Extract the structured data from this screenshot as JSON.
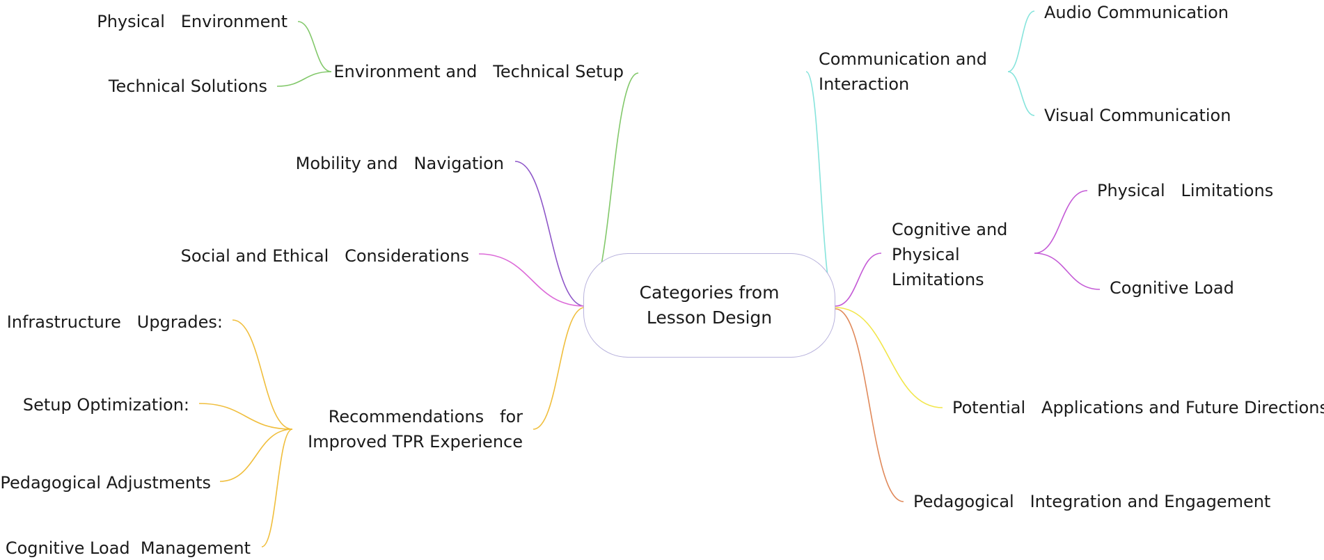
{
  "diagram": {
    "root": {
      "label": "Categories from\nLesson Design"
    },
    "branches": [
      {
        "id": "env",
        "label": "Environment and   Technical Setup",
        "color": "#82c86a",
        "children": [
          {
            "id": "env-physical",
            "label": "Physical   Environment"
          },
          {
            "id": "env-technical",
            "label": "Technical Solutions"
          }
        ]
      },
      {
        "id": "mobility",
        "label": "Mobility and   Navigation",
        "color": "#8d55c8",
        "children": []
      },
      {
        "id": "social",
        "label": "Social and Ethical   Considerations",
        "color": "#dc6ad8",
        "children": []
      },
      {
        "id": "reco",
        "label": "Recommendations   for\nImproved TPR Experience",
        "color": "#f0be3c",
        "children": [
          {
            "id": "reco-infra",
            "label": "Infrastructure   Upgrades:"
          },
          {
            "id": "reco-setup",
            "label": "Setup Optimization:"
          },
          {
            "id": "reco-peda",
            "label": "Pedagogical Adjustments"
          },
          {
            "id": "reco-cog",
            "label": "Cognitive Load  Management"
          }
        ]
      },
      {
        "id": "comm",
        "label": "Communication and\nInteraction",
        "color": "#86e4dc",
        "children": [
          {
            "id": "comm-audio",
            "label": "Audio Communication"
          },
          {
            "id": "comm-visual",
            "label": "Visual Communication"
          }
        ]
      },
      {
        "id": "cogphys",
        "label": "Cognitive and\nPhysical\nLimitations",
        "color": "#c45ad6",
        "children": [
          {
            "id": "cogphys-physical",
            "label": "Physical   Limitations"
          },
          {
            "id": "cogphys-cognitive",
            "label": "Cognitive Load"
          }
        ]
      },
      {
        "id": "potential",
        "label": "Potential   Applications and Future Directions",
        "color": "#f2e64a",
        "children": []
      },
      {
        "id": "pedagogical",
        "label": "Pedagogical   Integration and Engagement",
        "color": "#e0895a",
        "children": []
      }
    ]
  }
}
